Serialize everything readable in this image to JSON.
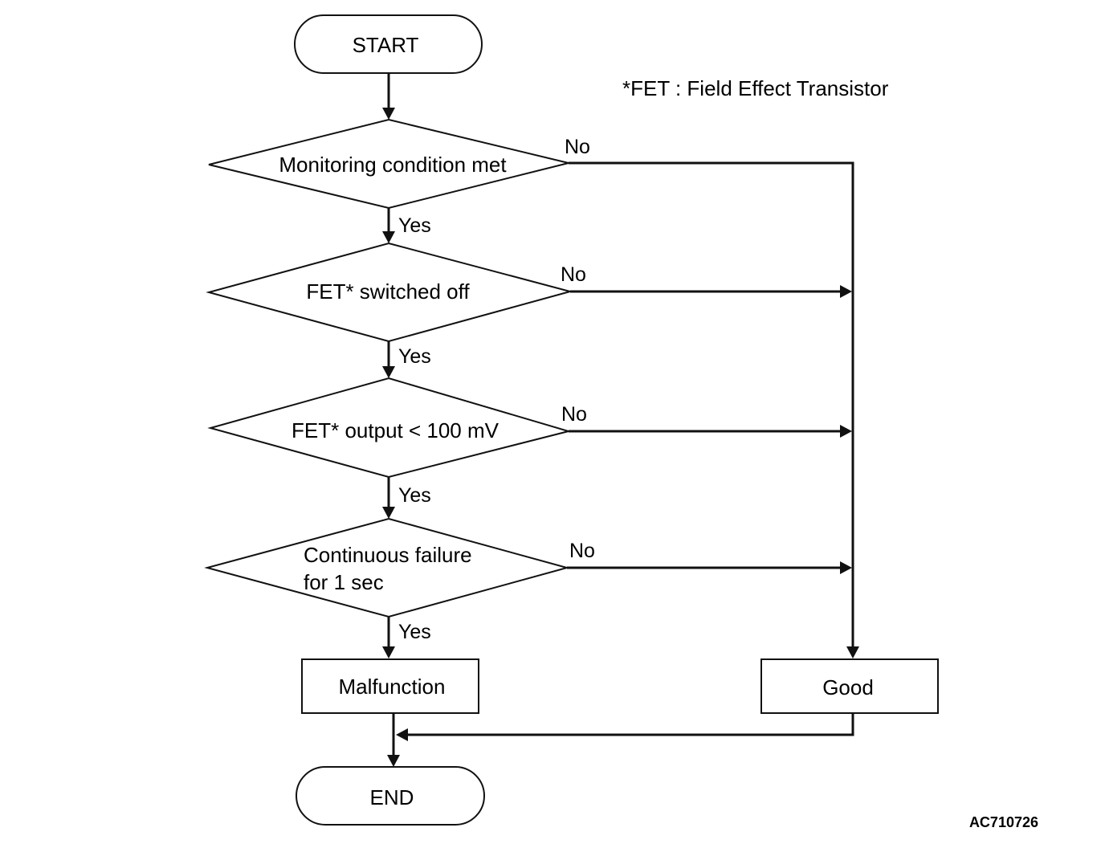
{
  "note": "*FET : Field Effect Transistor",
  "figure_code": "AC710726",
  "nodes": {
    "start": "START",
    "decision1": "Monitoring condition met",
    "decision2": "FET* switched off",
    "decision3": "FET* output < 100 mV",
    "decision4_line1": "Continuous failure",
    "decision4_line2": "for 1 sec",
    "malfunction": "Malfunction",
    "good": "Good",
    "end": "END"
  },
  "edge_labels": {
    "d1_yes": "Yes",
    "d1_no": "No",
    "d2_yes": "Yes",
    "d2_no": "No",
    "d3_yes": "Yes",
    "d3_no": "No",
    "d4_yes": "Yes",
    "d4_no": "No"
  }
}
